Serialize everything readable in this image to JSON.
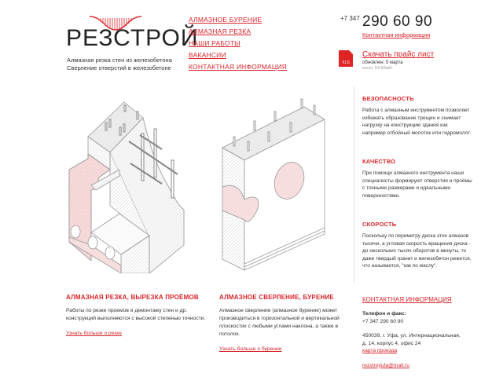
{
  "header": {
    "logo_text": "РЕЗСТРОЙ",
    "tagline": [
      "Алмазная резка стен из железобетона",
      "Сверление отверстий в железобетоне"
    ],
    "brand_color": "#d8232a"
  },
  "nav": {
    "items": [
      {
        "label": "АЛМАЗНОЕ БУРЕНИЕ"
      },
      {
        "label": "АЛМАЗНАЯ РЕЗКА"
      },
      {
        "label": "НАШИ РАБОТЫ"
      },
      {
        "label": "ВАКАНСИИ"
      },
      {
        "label": "КОНТАКТНАЯ ИНФОРМАЦИЯ"
      }
    ]
  },
  "phone": {
    "prefix": "+7 347",
    "number": "290 60 90",
    "contact_link": "Контактная информация"
  },
  "price": {
    "icon": "xls-file-icon",
    "icon_label": "XLS",
    "link": "Скачать прайс лист",
    "updated": "обновлен: 5 марта",
    "meta": "excel, 54 Кбайт"
  },
  "features": [
    {
      "title": "БЕЗОПАСНОСТЬ",
      "text": "Работа с алмазным инструментом позволяет избежать образование трещин и снимает нагрузку на конструкцию здания как например отбойный молоток или гидромолот."
    },
    {
      "title": "КАЧЕСТВО",
      "text": "При помощи алмазного инструмента наши специалисты формируют отверстия и проёмы с точными размерами и идеальными поверхностями."
    },
    {
      "title": "СКОРОСТЬ",
      "text": "Поскольку по периметру диска этих алмазов тысячи, а угловая скорость вращения диска - до нескольких тысяч оборотов в минуты, то даже твердый гранит и железобетон режется, что называется, \"как по маслу\"."
    }
  ],
  "sections": [
    {
      "title": "АЛМАЗНАЯ РЕЗКА, ВЫРЕЗКА ПРОЁМОВ",
      "text": "Работы по резке проемов и демонтажу стен и др. конструкций выполняются с высокой степенью точности.",
      "link": "Узнать больше о резке"
    },
    {
      "title": "АЛМАЗНОЕ СВЕРЛЕНИЕ, БУРЕНИЕ",
      "text": "Алмазное сверление (алмазное бурение) может производиться в горизонтальной и вертикальной плоскостях с любыми углами наклона, а также в потолок.",
      "link": "Узнать больше о бурении"
    }
  ],
  "contacts": {
    "title": "КОНТАКТНАЯ ИНФОРМАЦИЯ",
    "phone_label": "Телефон и факс:",
    "phone": "+7 347 290 60 90",
    "address_line1": "450039, г. Уфа, ул. Интернациональная,",
    "address_line2": "д. 14, корпус 4, офис 24",
    "map_link": "карта проезда",
    "email": "rezstroyufa@mail.ru"
  }
}
